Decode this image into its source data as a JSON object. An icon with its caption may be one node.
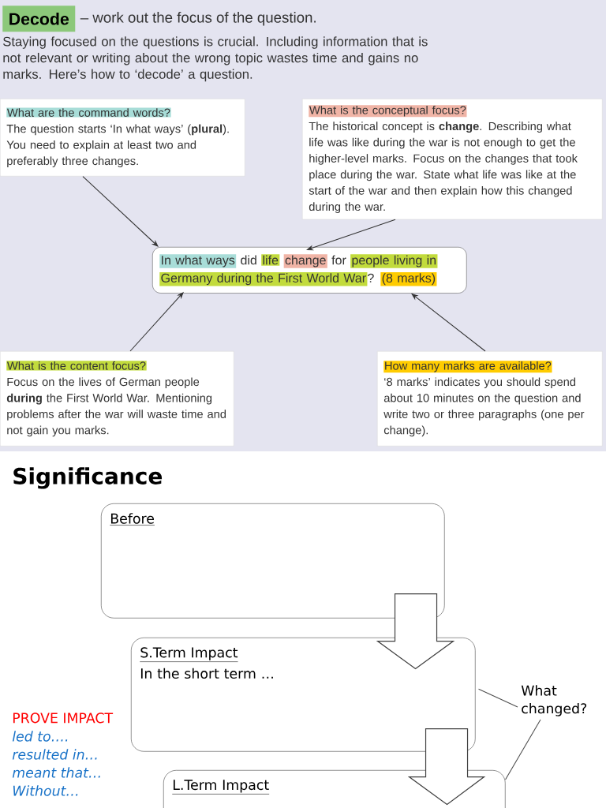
{
  "diagram": {
    "nodes": [
      {
        "text": [
          "Decode"
        ],
        "beside": [
          "– work out the focus of the question."
        ]
      },
      {
        "text": [
          "What are the command words?",
          "The question starts ‘In what ways’ (**plural**). You need to explain at least two and preferably three changes."
        ]
      },
      {
        "text": [
          "What is the conceptual focus?",
          "The historical concept is **change**. Describing what life was like during the war is not enough to get the higher-level marks. Focus on the changes that took place during the war. State what life was like at the start of the war and then explain how this changed during the war."
        ]
      },
      {
        "text": [
          "In what ways",
          "did",
          "life",
          "change",
          "for",
          "people living in",
          "Germany during the First World War",
          "?",
          "(8 marks)"
        ]
      },
      {
        "text": [
          "What is the content focus?",
          "Focus on the lives of German people **during** the First World War. Mentioning problems after the war will waste time and not gain you marks."
        ]
      },
      {
        "text": [
          "How many marks are available?",
          "‘8 marks’ indicates you should spend about 10 minutes on the question and write two or three paragraphs (one per change)."
        ]
      },
      {
        "text": [
          "Before"
        ]
      },
      {
        "text": [
          "S.Term Impact",
          "In the short term …"
        ]
      },
      {
        "text": [
          "L.Term Impact"
        ]
      },
      {
        "text": [
          "What changed?"
        ]
      }
    ],
    "edges": [
      {
        "from": 1,
        "to": 3,
        "arrow": "to"
      },
      {
        "from": 2,
        "to": 3,
        "arrow": "to"
      },
      {
        "from": 4,
        "to": 3,
        "arrow": "to"
      },
      {
        "from": 5,
        "to": 3,
        "arrow": "to"
      },
      {
        "from": 6,
        "to": 7,
        "arrow": "to",
        "style": "thick"
      },
      {
        "from": 7,
        "to": 8,
        "arrow": "to",
        "style": "thick"
      },
      {
        "from": 9,
        "to": 7,
        "arrow": "none"
      },
      {
        "from": 9,
        "to": 8,
        "arrow": "none"
      }
    ],
    "labels": [
      "Staying focused on the questions is crucial. Including information that is not relevant or writing about the wrong topic wastes time and gains no marks. Here’s how to ‘decode’ a question.",
      "Significance",
      "PROVE IMPACT",
      "led to….",
      "resulted in…",
      "meant that…",
      "Without…"
    ]
  }
}
